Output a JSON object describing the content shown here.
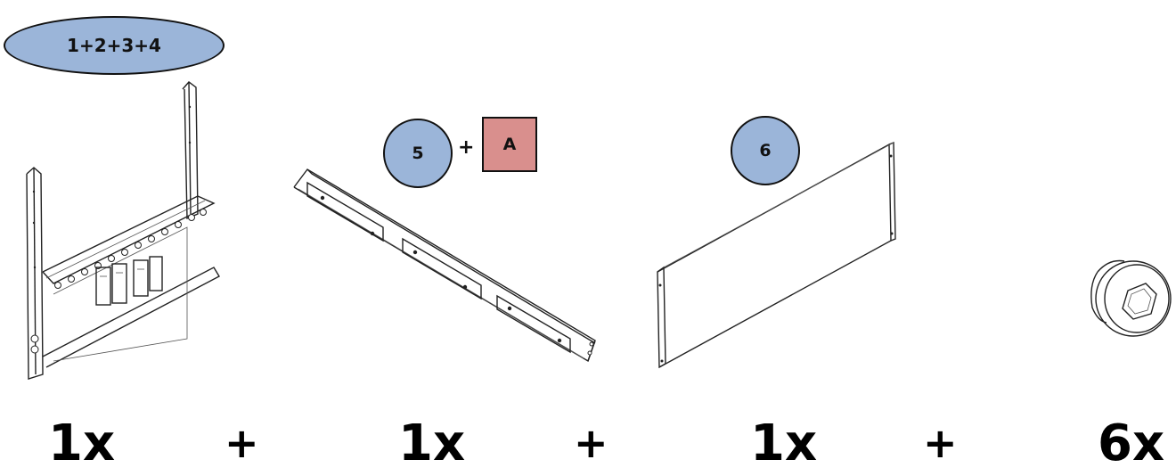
{
  "callouts": {
    "frame": "1+2+3+4",
    "beam_number": "5",
    "plus": "+",
    "beam_letter": "A",
    "panel_number": "6"
  },
  "quantities": [
    {
      "label": "1x"
    },
    {
      "label": "1x"
    },
    {
      "label": "1x"
    },
    {
      "label": "6x"
    }
  ],
  "separator": "+",
  "colors": {
    "callout_blue": "#9bb5d9",
    "callout_red": "#d98f8d"
  }
}
